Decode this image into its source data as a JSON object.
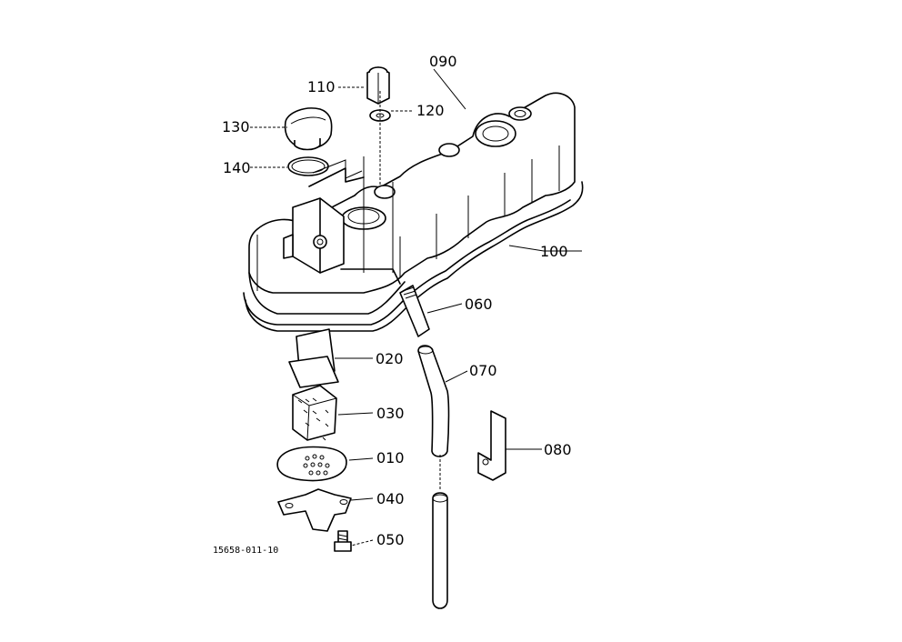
{
  "labels": {
    "p090": "090",
    "p110": "110",
    "p120": "120",
    "p130": "130",
    "p140": "140",
    "p100": "100",
    "p060": "060",
    "p070": "070",
    "p020": "020",
    "p030": "030",
    "p010": "010",
    "p040": "040",
    "p080": "080",
    "p050": "050"
  },
  "drawing_code": "15658-011-10"
}
